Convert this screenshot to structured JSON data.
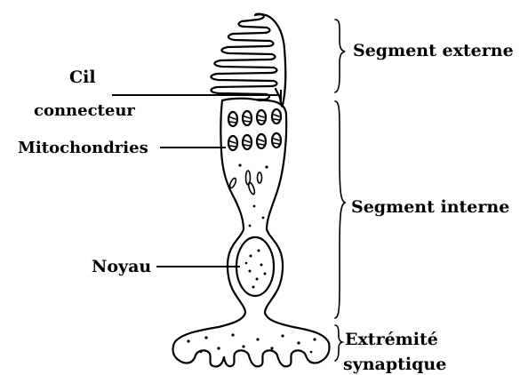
{
  "labels": {
    "segment_externe": "Segment externe",
    "cil_line1": "Cil",
    "cil_line2": "connecteur",
    "mitochondries": "Mitochondries",
    "segment_interne": "Segment interne",
    "noyau": "Noyau",
    "extremite_line1": "Extrémité",
    "extremite_line2": "synaptique"
  }
}
